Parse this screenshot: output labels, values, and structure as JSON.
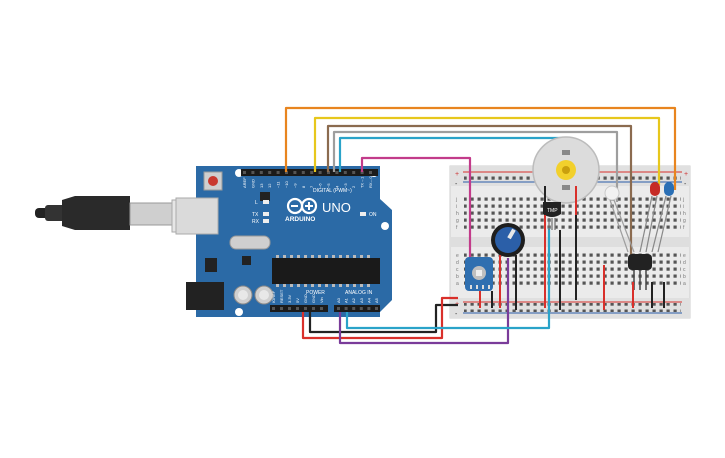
{
  "arduino": {
    "brand": "ARDUINO",
    "model": "UNO",
    "digital_label": "DIGITAL (PWM~)",
    "power_label": "POWER",
    "analog_label": "ANALOG IN",
    "on_label": "ON",
    "led_l": "L",
    "led_tx": "TX",
    "led_rx": "RX",
    "digital_pins": [
      "AREF",
      "GND",
      "13",
      "12",
      "~11",
      "~10",
      "~9",
      "8",
      "7",
      "~6",
      "~5",
      "4",
      "~3",
      "2",
      "TX→1",
      "RX←0"
    ],
    "power_pins": [
      "IOREF",
      "RESET",
      "3.3V",
      "5V",
      "GND",
      "GND",
      "Vin"
    ],
    "analog_pins": [
      "A0",
      "A1",
      "A2",
      "A3",
      "A4",
      "A5"
    ]
  },
  "breadboard": {
    "row_labels_top": [
      "j",
      "i",
      "h",
      "g",
      "f"
    ],
    "row_labels_bottom": [
      "e",
      "d",
      "c",
      "b",
      "a"
    ],
    "rail_plus": "+",
    "rail_minus": "-"
  },
  "components": {
    "temp_sensor_label": "TMP",
    "motor": "dc-motor",
    "potentiometer": "rotary-potentiometer",
    "rgb_led": "rgb-led-module",
    "ir_receiver": "ir-receiver",
    "led_red": "red-led",
    "led_blue": "blue-led",
    "led_white": "white-led"
  },
  "colors": {
    "board": "#2b6aa6",
    "breadboard": "#ebebeb",
    "wire_orange": "#e8851f",
    "wire_yellow": "#e7c71c",
    "wire_brown": "#8b6b4f",
    "wire_gray": "#9e9e9e",
    "wire_cyan": "#2aa3c9",
    "wire_magenta": "#c23b8a",
    "wire_red": "#d9302b",
    "wire_black": "#222222",
    "wire_purple": "#7a3c9a"
  }
}
